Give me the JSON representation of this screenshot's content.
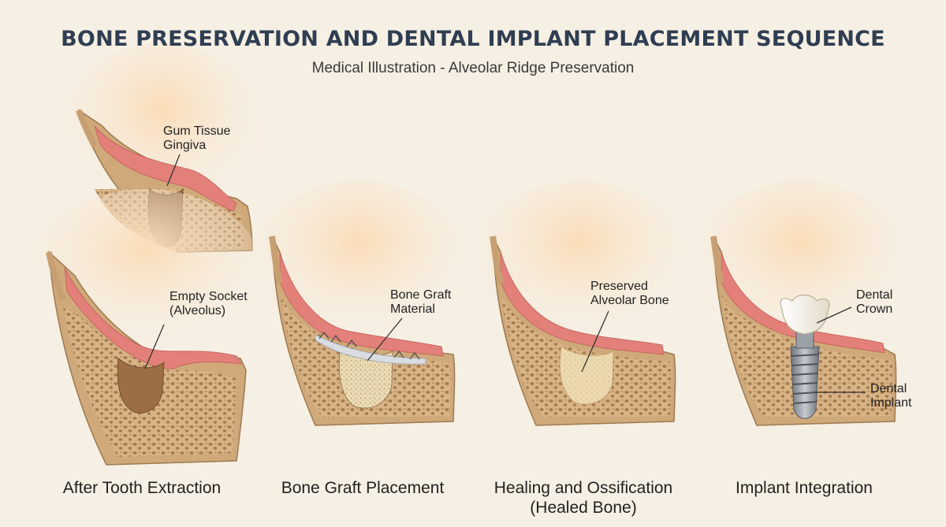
{
  "title": "BONE PRESERVATION AND DENTAL IMPLANT PLACEMENT SEQUENCE",
  "subtitle": "Medical Illustration - Alveolar Ridge Preservation",
  "labels": {
    "gum_tissue": [
      "Gum Tissue",
      "Gingiva"
    ],
    "empty_socket": [
      "Empty Socket",
      "(Alveolus)"
    ],
    "bone_graft": [
      "Bone Graft",
      "Material"
    ],
    "preserved_bone": [
      "Preserved",
      "Alveolar Bone"
    ],
    "dental_crown": [
      "Dental",
      "Crown"
    ],
    "dental_implant": [
      "Dental",
      "Implant"
    ]
  },
  "captions": {
    "step1": "After Tooth Extraction",
    "step2": "Bone Graft Placement",
    "step3_line1": "Healing and Ossification",
    "step3_line2": "(Healed Bone)",
    "step4": "Implant Integration"
  },
  "colors": {
    "bone_outer": "#cfa97a",
    "bone_inner": "#c8a073",
    "pore": "#a07a4e",
    "gum": "#e4807a",
    "gum_light": "#f0a79a",
    "socket": "#9b6e45",
    "graft": "#e7d4aa",
    "implant": "#8f959c",
    "crown": "#f4efe2",
    "title": "#2f3e52"
  }
}
